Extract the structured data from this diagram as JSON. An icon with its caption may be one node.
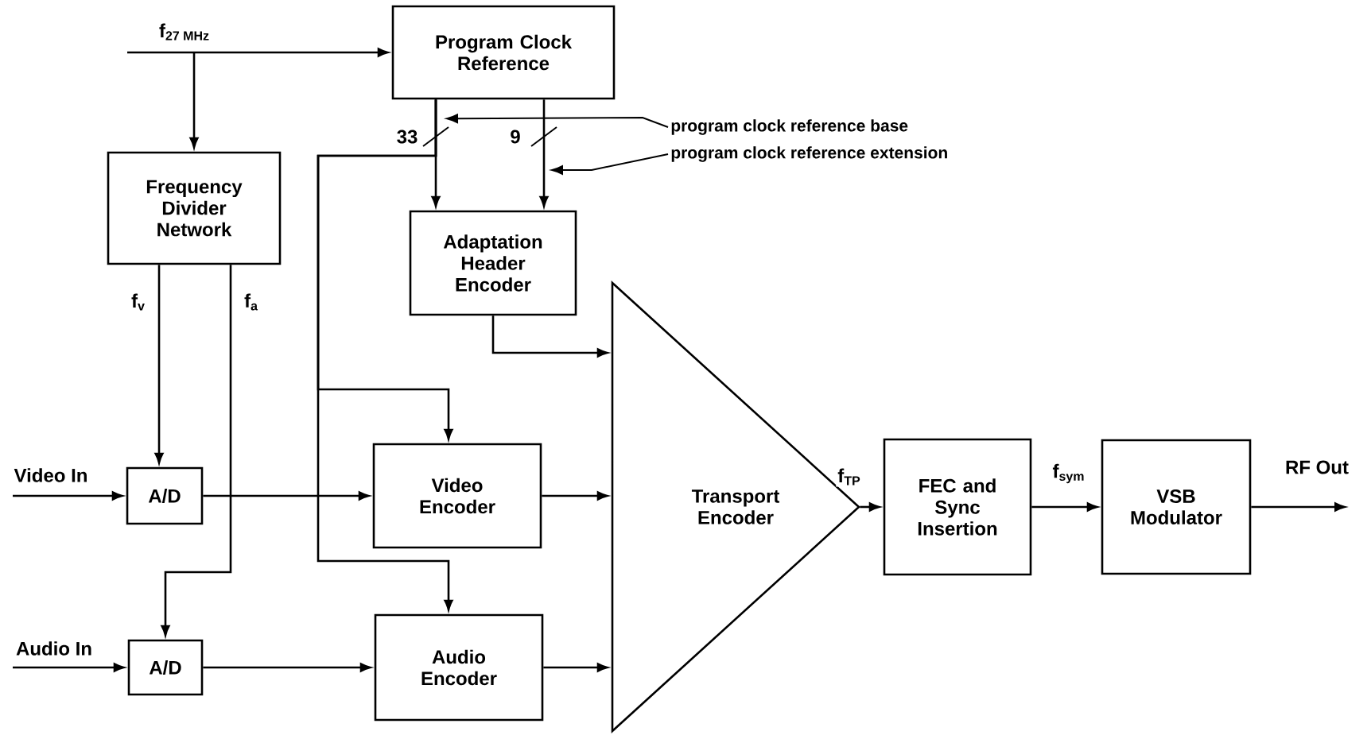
{
  "diagram": {
    "nodes": [
      {
        "text": [
          "Program Clock Reference"
        ]
      },
      {
        "text": [
          "Frequency Divider Network"
        ]
      },
      {
        "text": [
          "Adaptation Header Encoder"
        ]
      },
      {
        "text": [
          "A/D"
        ]
      },
      {
        "text": [
          "A/D"
        ]
      },
      {
        "text": [
          "Video Encoder"
        ]
      },
      {
        "text": [
          "Audio Encoder"
        ]
      },
      {
        "text": [
          "Transport Encoder"
        ]
      },
      {
        "text": [
          "FEC and Sync Insertion"
        ]
      },
      {
        "text": [
          "VSB Modulator"
        ]
      },
      {
        "text": [
          "program clock reference base"
        ]
      },
      {
        "text": [
          "program clock reference extension"
        ]
      }
    ],
    "edges": [
      {
        "from": null,
        "to": 0,
        "arrow": "to",
        "label": "f$_{27 MHz}$"
      },
      {
        "from": null,
        "to": 1,
        "arrow": "to"
      },
      {
        "from": 0,
        "to": 2,
        "arrow": "to",
        "label": "33"
      },
      {
        "from": 0,
        "to": 2,
        "arrow": "to",
        "label": "9"
      },
      {
        "from": 0,
        "to": 5,
        "arrow": "to"
      },
      {
        "from": 0,
        "to": 6,
        "arrow": "to"
      },
      {
        "from": 1,
        "to": 3,
        "arrow": "to",
        "label": "f$_{v}$"
      },
      {
        "from": 1,
        "to": 4,
        "arrow": "to",
        "label": "f$_{a}$"
      },
      {
        "from": null,
        "to": 3,
        "arrow": "to",
        "label": "Video In"
      },
      {
        "from": null,
        "to": 4,
        "arrow": "to",
        "label": "Audio In"
      },
      {
        "from": 3,
        "to": 5,
        "arrow": "to"
      },
      {
        "from": 4,
        "to": 6,
        "arrow": "to"
      },
      {
        "from": 2,
        "to": 7,
        "arrow": "to"
      },
      {
        "from": 5,
        "to": 7,
        "arrow": "to"
      },
      {
        "from": 6,
        "to": 7,
        "arrow": "to"
      },
      {
        "from": 7,
        "to": 8,
        "arrow": "to",
        "label": "f$_{TP}$"
      },
      {
        "from": 8,
        "to": 9,
        "arrow": "to",
        "label": "f$_{sym}$"
      },
      {
        "from": 9,
        "to": null,
        "arrow": "to",
        "label": "RF Out"
      },
      {
        "from": 10,
        "to": 0,
        "arrow": "to"
      },
      {
        "from": 11,
        "to": null,
        "arrow": "to"
      }
    ]
  }
}
